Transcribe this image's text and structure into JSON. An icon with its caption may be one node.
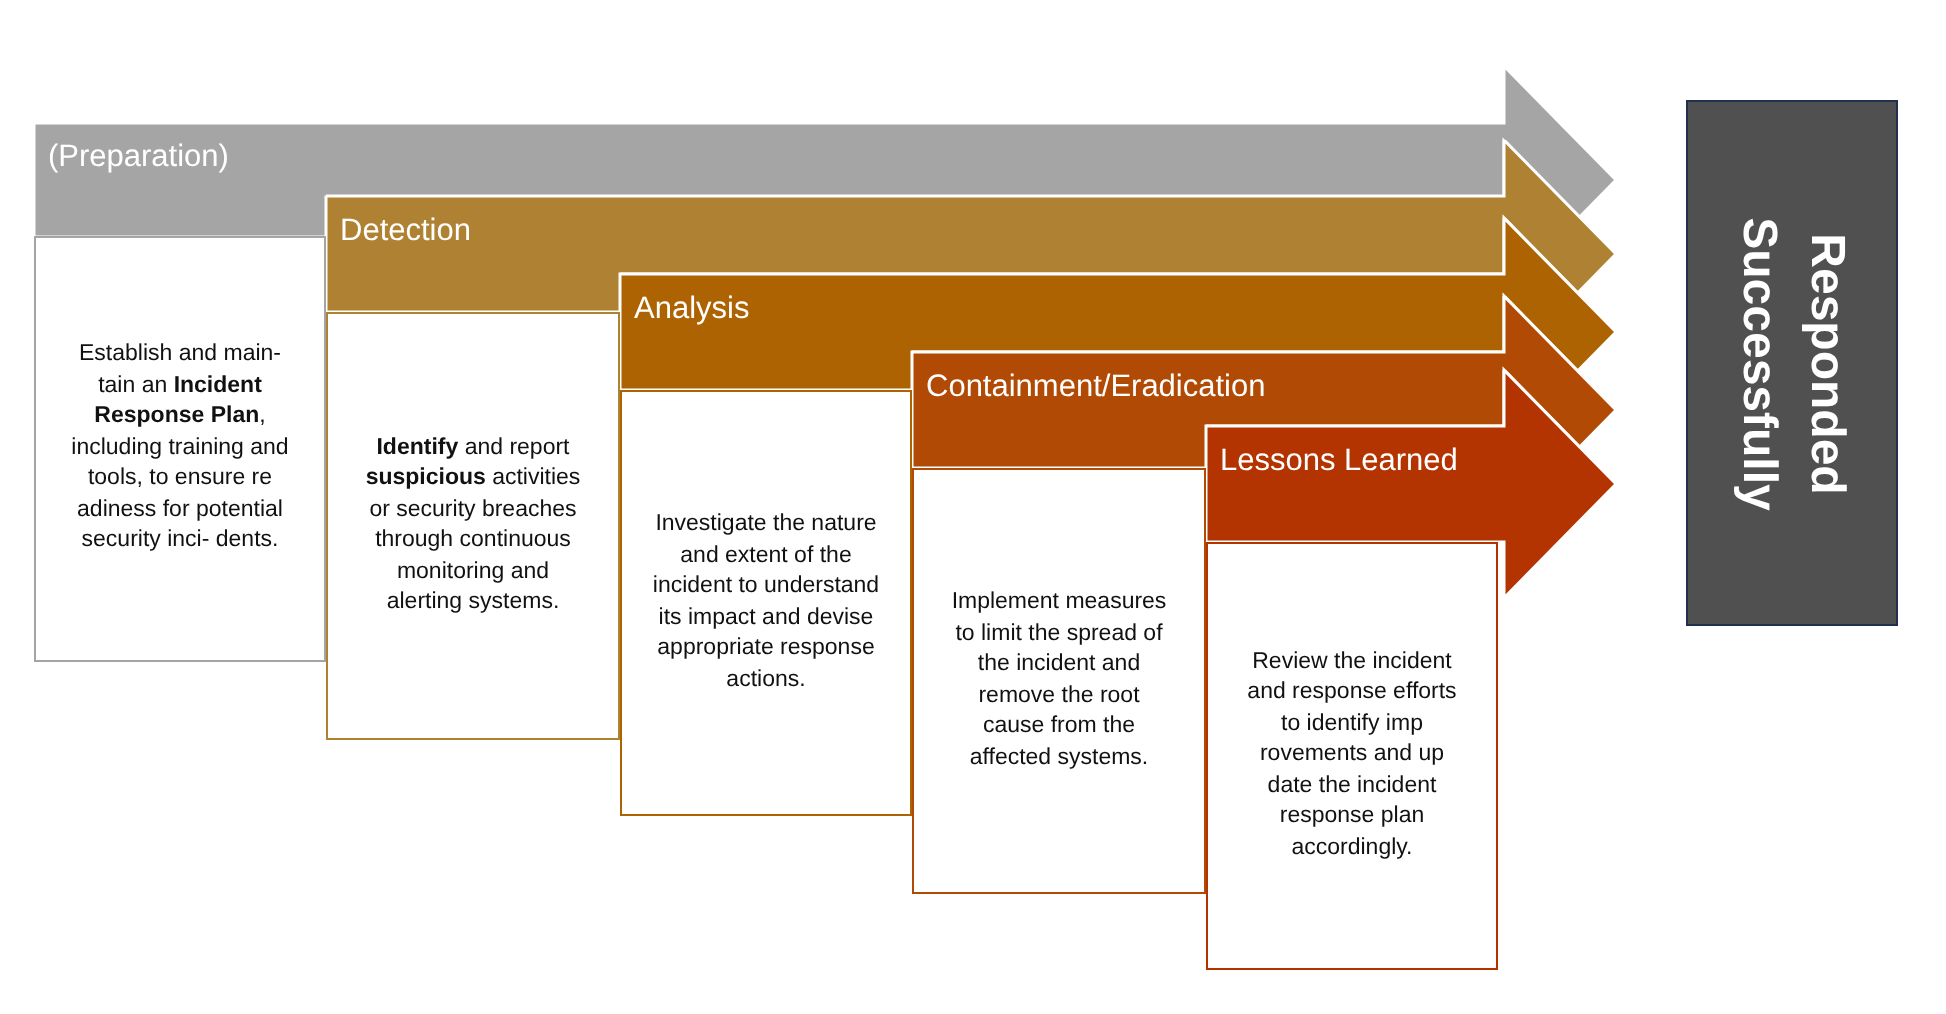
{
  "diagram": {
    "nodes": [
      {
        "text": [
          "(Preparation)"
        ]
      },
      {
        "text": [
          "Establish and main- tain an **Incident Response Plan**, including training and tools, to ensure re adiness for potential security inci- dents."
        ]
      },
      {
        "text": [
          "Detection"
        ]
      },
      {
        "text": [
          "**Identify** and report **suspicious** activities or security breaches through continuous monitoring and alerting systems."
        ]
      },
      {
        "text": [
          "Analysis"
        ]
      },
      {
        "text": [
          "Investigate the nature and extent of the incident to understand its impact and devise appropriate response actions."
        ]
      },
      {
        "text": [
          "Containment/Eradication"
        ]
      },
      {
        "text": [
          "Implement measures to limit the spread of the incident and remove the root cause from the affected systems."
        ]
      },
      {
        "text": [
          "Lessons Learned"
        ]
      },
      {
        "text": [
          "Review the incident and response efforts to identify imp rovements and up date the incident response plan accordingly."
        ]
      },
      {
        "text": [
          "Responded Successfully"
        ]
      }
    ]
  }
}
